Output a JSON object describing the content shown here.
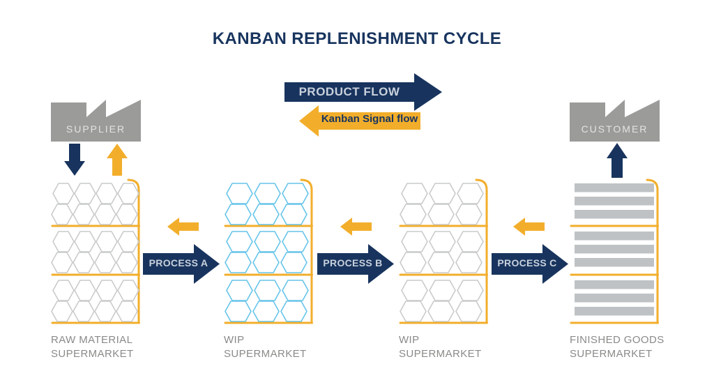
{
  "title": "KANBAN REPLENISHMENT CYCLE",
  "legend": {
    "product_flow_label": "PRODUCT FLOW",
    "kanban_signal_label": "Kanban Signal flow"
  },
  "endpoints": {
    "supplier_label": "SUPPLIER",
    "customer_label": "CUSTOMER"
  },
  "process_arrows": [
    {
      "label": "PROCESS A"
    },
    {
      "label": "PROCESS B"
    },
    {
      "label": "PROCESS C"
    }
  ],
  "racks": [
    {
      "label_line1": "RAW MATERIAL",
      "label_line2": "SUPERMARKET",
      "item_type": "hexagon",
      "columns": 4,
      "rows_per_shelf": 2,
      "shelves": 3,
      "item_color": "#C9CBCA"
    },
    {
      "label_line1": "WIP",
      "label_line2": "SUPERMARKET",
      "item_type": "hexagon",
      "columns": 3,
      "rows_per_shelf": 2,
      "shelves": 3,
      "item_color": "#66C4E9"
    },
    {
      "label_line1": "WIP",
      "label_line2": "SUPERMARKET",
      "item_type": "hexagon",
      "columns": 3,
      "rows_per_shelf": 2,
      "shelves": 3,
      "item_color": "#C9CBCA"
    },
    {
      "label_line1": "FINISHED GOODS",
      "label_line2": "SUPERMARKET",
      "item_type": "bar",
      "bars_per_shelf": 3,
      "shelves": 3,
      "item_color": "#BEC2C4"
    }
  ],
  "colors": {
    "navy": "#18345E",
    "yellow": "#F2AE2B",
    "factory_gray": "#9B9B99",
    "shelf_yellow": "#F2AE2B",
    "hex_gray": "#C9CBCA",
    "hex_blue": "#66C4E9",
    "bar_gray": "#BEC2C4",
    "label_gray": "#8A8A88",
    "arrow_text": "#C9D1DC"
  }
}
